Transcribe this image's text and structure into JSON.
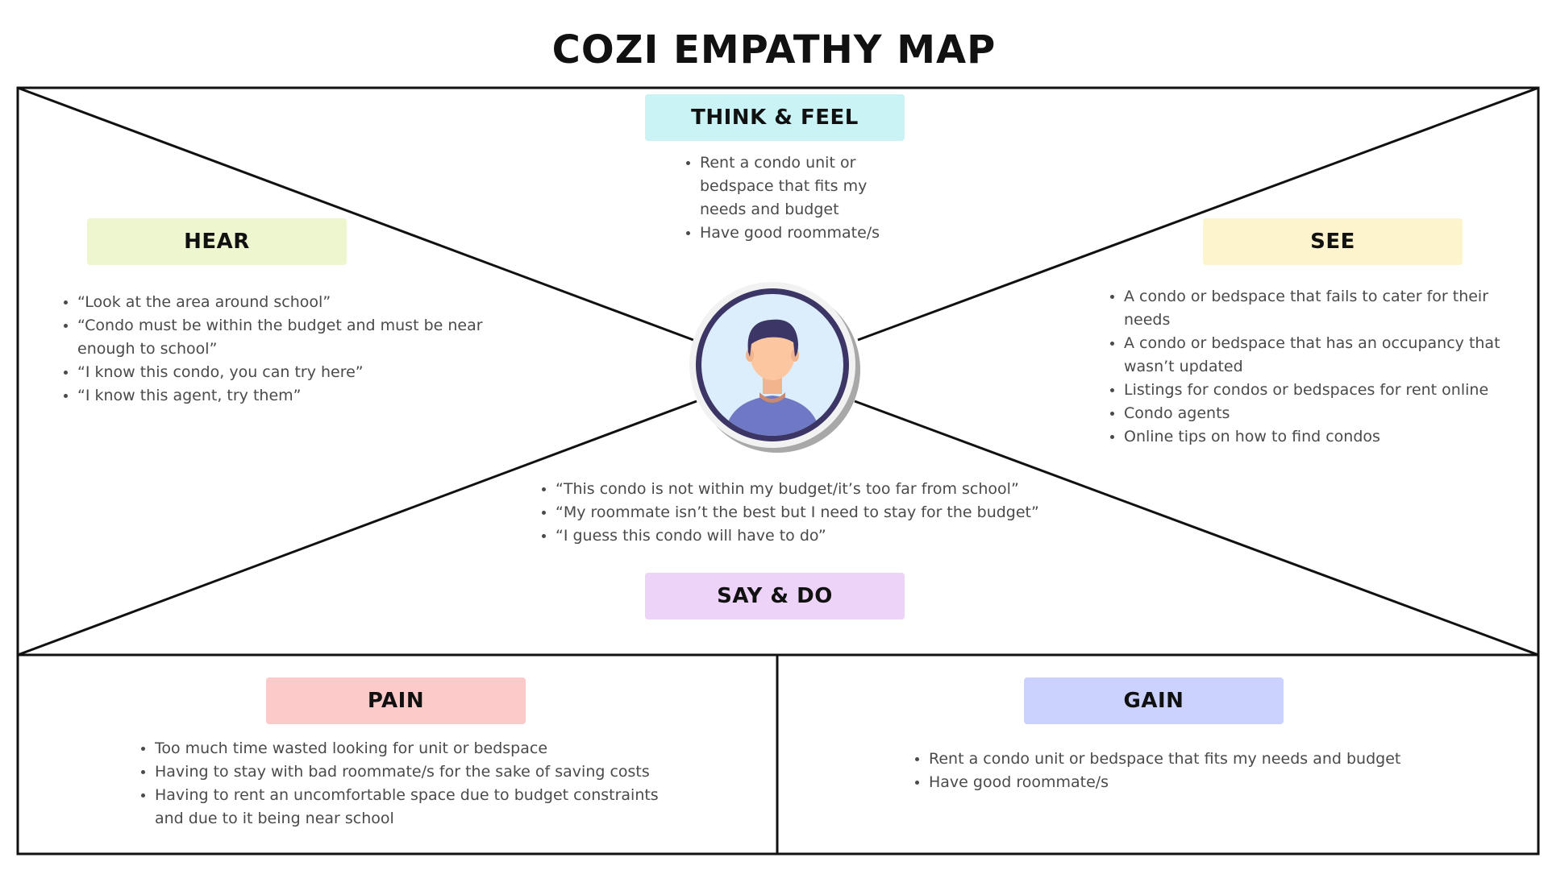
{
  "title": "COZI EMPATHY MAP",
  "colors": {
    "think_feel": "#c9f3f5",
    "hear": "#eef6d0",
    "see": "#fdf3cc",
    "say_do": "#edd3f7",
    "pain": "#fdcaca",
    "gain": "#cbd2fd",
    "avatar_ring": "#3c3666",
    "avatar_bg": "#dceefc"
  },
  "sections": {
    "think_feel": {
      "label": "THINK & FEEL",
      "items": [
        "Rent a condo unit or bedspace that fits my needs and budget",
        "Have good roommate/s"
      ]
    },
    "hear": {
      "label": "HEAR",
      "items": [
        "“Look at the area around school”",
        "“Condo must be within the budget and must be near enough to school”",
        "“I know this condo, you can try here”",
        "“I know this agent, try them”"
      ]
    },
    "see": {
      "label": "SEE",
      "items": [
        "A condo or bedspace that fails to cater for their needs",
        "A condo or bedspace that has an occupancy that wasn’t updated",
        "Listings for condos or bedspaces for rent online",
        "Condo agents",
        "Online tips on how to find condos"
      ]
    },
    "say_do": {
      "label": "SAY & DO",
      "items": [
        "“This condo is not within my budget/it’s too far from school”",
        "“My roommate isn’t the best but I need to stay for the budget”",
        "“I guess this condo will have to do”"
      ]
    },
    "pain": {
      "label": "PAIN",
      "items": [
        "Too much time wasted looking for unit or bedspace",
        "Having to stay with bad roommate/s for the sake of saving costs",
        "Having to rent an uncomfortable space due to budget constraints and due to it being near school"
      ]
    },
    "gain": {
      "label": "GAIN",
      "items": [
        "Rent a condo unit or bedspace that fits my needs and budget",
        "Have good roommate/s"
      ]
    }
  },
  "avatar": {
    "icon": "user-avatar-icon"
  }
}
